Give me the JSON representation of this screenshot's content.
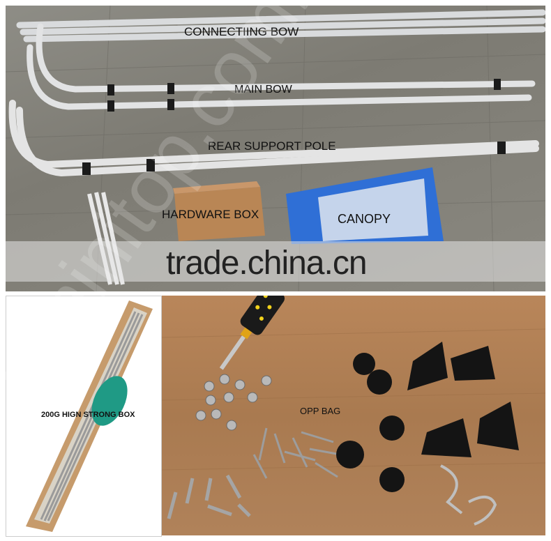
{
  "labels": {
    "connecting_bow": "CONNECTIING BOW",
    "main_bow": "MAIN BOW",
    "rear_support_pole": "REAR SUPPORT POLE",
    "hardware_box": "HARDWARE BOX",
    "canopy": "CANOPY",
    "strong_box": "200G HIGN STRONG BOX",
    "opp_bag": "OPP BAG"
  },
  "watermarks": {
    "trade": "trade.china.cn",
    "site": "biminitop.com.cn"
  }
}
